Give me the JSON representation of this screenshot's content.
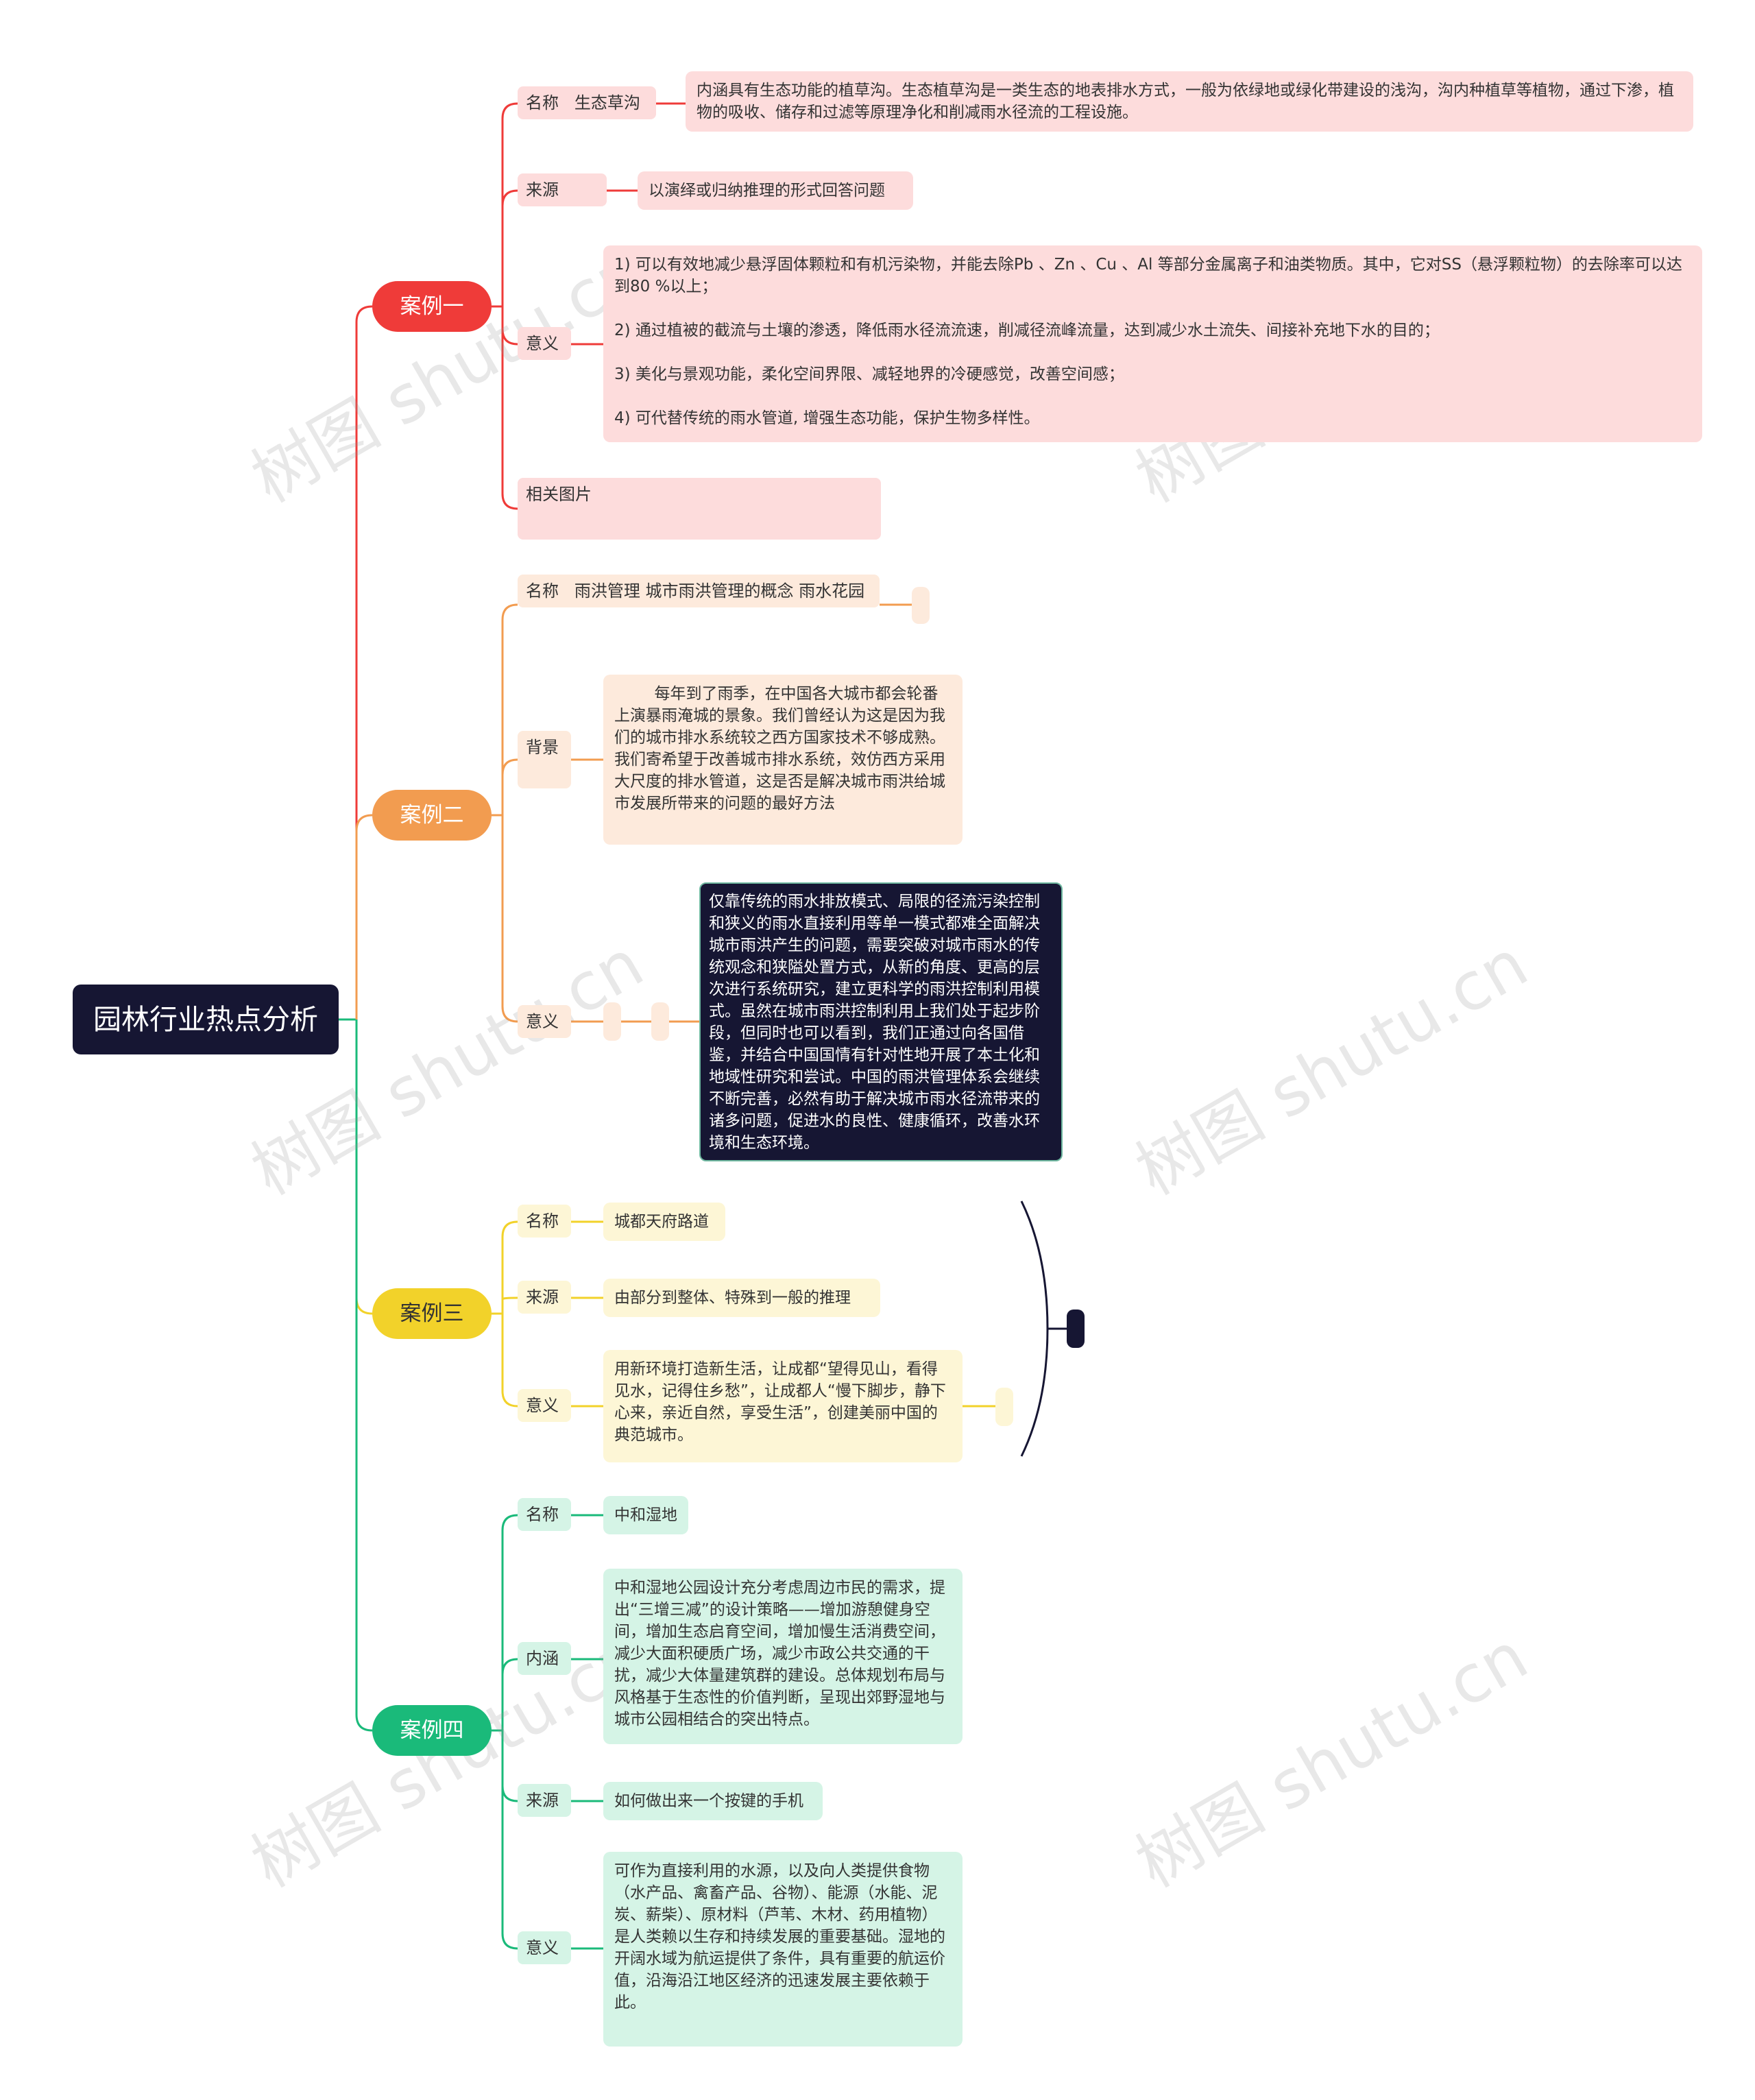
{
  "root": {
    "title": "园林行业热点分析"
  },
  "colors": {
    "red": "#ef3b39",
    "orange": "#f29c50",
    "yellow": "#f2d22a",
    "green": "#1aba7a",
    "dark": "#161633"
  },
  "watermark": "树图 shutu.cn",
  "cases": [
    {
      "title": "案例一",
      "items": [
        {
          "label": "名称   生态草沟",
          "text": "内涵具有生态功能的植草沟。生态植草沟是一类生态的地表排水方式，一般为依绿地或绿化带建设的浅沟，沟内种植草等植物，通过下渗，植物的吸收、储存和过滤等原理净化和削减雨水径流的工程设施。"
        },
        {
          "label": "来源",
          "text": "以演绎或归纳推理的形式回答问题"
        },
        {
          "label": "意义",
          "text": "1) 可以有效地减少悬浮固体颗粒和有机污染物，并能去除Pb 、Zn 、Cu 、Al 等部分金属离子和油类物质。其中，它对SS（悬浮颗粒物）的去除率可以达到80 %以上；\n\n2) 通过植被的截流与土壤的渗透，降低雨水径流流速，削减径流峰流量，达到减少水土流失、间接补充地下水的目的；\n\n3) 美化与景观功能，柔化空间界限、减轻地界的冷硬感觉，改善空间感；\n\n4) 可代替传统的雨水管道, 增强生态功能，保护生物多样性。"
        },
        {
          "label": "相关图片",
          "text": ""
        }
      ]
    },
    {
      "title": "案例二",
      "items": [
        {
          "label": "名称   雨洪管理 城市雨洪管理的概念 雨水花园",
          "text": ""
        },
        {
          "label": "背景",
          "text": "        每年到了雨季，在中国各大城市都会轮番上演暴雨淹城的景象。我们曾经认为这是因为我们的城市排水系统较之西方国家技术不够成熟。我们寄希望于改善城市排水系统，效仿西方采用大尺度的排水管道，这是否是解决城市雨洪给城市发展所带来的问题的最好方法"
        },
        {
          "label": "意义",
          "text": "仅靠传统的雨水排放模式、局限的径流污染控制和狭义的雨水直接利用等单一模式都难全面解决城市雨洪产生的问题，需要突破对城市雨水的传统观念和狭隘处置方式，从新的角度、更高的层次进行系统研究，建立更科学的雨洪控制利用模式。虽然在城市雨洪控制利用上我们处于起步阶段，但同时也可以看到，我们正通过向各国借鉴，并结合中国国情有针对性地开展了本土化和地域性研究和尝试。中国的雨洪管理体系会继续不断完善，必然有助于解决城市雨水径流带来的诸多问题，促进水的良性、健康循环，改善水环境和生态环境。"
        }
      ]
    },
    {
      "title": "案例三",
      "items": [
        {
          "label": "名称",
          "text": "城都天府路道"
        },
        {
          "label": "来源",
          "text": "由部分到整体、特殊到一般的推理"
        },
        {
          "label": "意义",
          "text": "用新环境打造新生活，让成都“望得见山，看得见水，记得住乡愁”，让成都人“慢下脚步，静下心来，亲近自然，享受生活”，创建美丽中国的典范城市。"
        }
      ]
    },
    {
      "title": "案例四",
      "items": [
        {
          "label": "名称",
          "text": "中和湿地"
        },
        {
          "label": "内涵",
          "text": "中和湿地公园设计充分考虑周边市民的需求，提出“三增三减”的设计策略——增加游憩健身空间，增加生态启育空间，增加慢生活消费空间，减少大面积硬质广场，减少市政公共交通的干扰，减少大体量建筑群的建设。总体规划布局与风格基于生态性的价值判断，呈现出郊野湿地与城市公园相结合的突出特点。"
        },
        {
          "label": "来源",
          "text": "如何做出来一个按键的手机"
        },
        {
          "label": "意义",
          "text": "可作为直接利用的水源，以及向人类提供食物（水产品、禽畜产品、谷物）、能源（水能、泥炭、薪柴）、原材料（芦苇、木材、药用植物）是人类赖以生存和持续发展的重要基础。湿地的开阔水域为航运提供了条件，具有重要的航运价值，沿海沿江地区经济的迅速发展主要依赖于此。"
        }
      ]
    }
  ]
}
